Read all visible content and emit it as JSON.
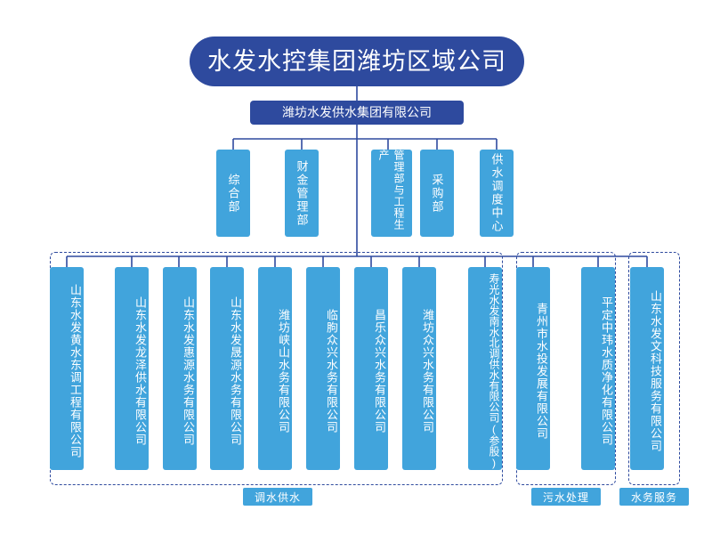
{
  "root": {
    "label": "水发水控集团潍坊区域公司"
  },
  "subsidiary": {
    "label": "潍坊水发供水集团有限公司"
  },
  "departments": [
    {
      "label": "综合部"
    },
    {
      "label": "财金管理部"
    },
    {
      "label": "管理部与工程生产"
    },
    {
      "label": "采购部"
    },
    {
      "label": "供水调度中心"
    }
  ],
  "companies": [
    {
      "label": "山东水发黄水东调工程有限公司",
      "group": "diaoshui"
    },
    {
      "label": "山东水发龙泽供水有限公司",
      "group": "diaoshui"
    },
    {
      "label": "山东水发惠源水务有限公司",
      "group": "diaoshui"
    },
    {
      "label": "山东水发晟源水务有限公司",
      "group": "diaoshui"
    },
    {
      "label": "潍坊峡山水务有限公司",
      "group": "diaoshui"
    },
    {
      "label": "临朐众兴水务有限公司",
      "group": "diaoshui"
    },
    {
      "label": "昌乐众兴水务有限公司",
      "group": "diaoshui"
    },
    {
      "label": "潍坊众兴水务有限公司",
      "group": "diaoshui"
    },
    {
      "label": "寿光水发南水北调供水有限公司(参股)",
      "group": "diaoshui"
    },
    {
      "label": "青州市水投发展有限公司",
      "group": "wushui"
    },
    {
      "label": "平定中玮水质净化有限公司",
      "group": "wushui"
    },
    {
      "label": "山东水发文科技服务有限公司",
      "group": "shuiwu"
    }
  ],
  "group_labels": [
    {
      "key": "diaoshui",
      "label": "调水供水"
    },
    {
      "key": "wushui",
      "label": "污水处理"
    },
    {
      "key": "shuiwu",
      "label": "水务服务"
    }
  ],
  "colors": {
    "dark_blue": "#2e4a9e",
    "light_blue": "#41a4dc",
    "background": "#ffffff",
    "connector": "#2e4a9e"
  }
}
